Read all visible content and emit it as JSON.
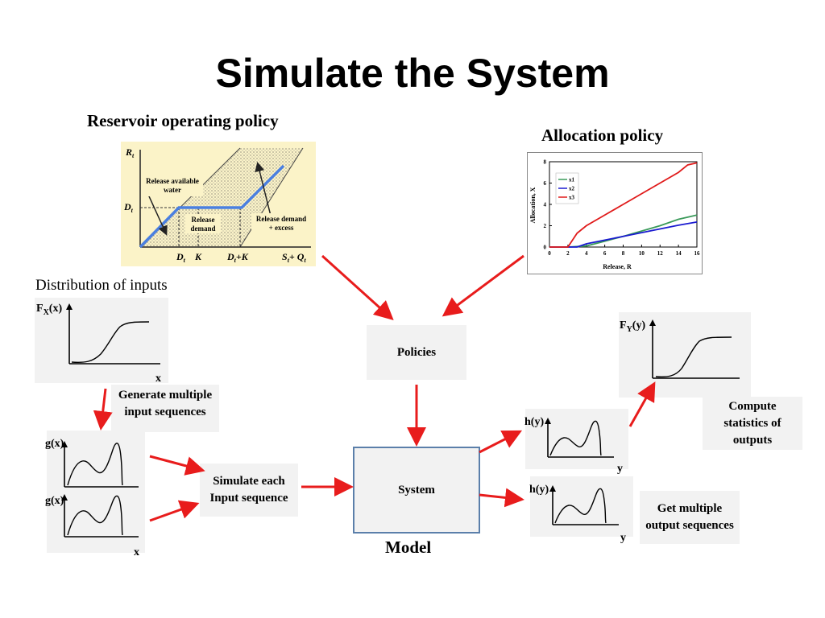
{
  "title": "Simulate the System",
  "headings": {
    "reservoir": "Reservoir operating policy",
    "allocation": "Allocation policy",
    "distribution": "Distribution of inputs"
  },
  "reservoir_plot": {
    "y_axis": "R",
    "y_sub": "t",
    "d_label": "D",
    "d_sub": "t",
    "x_dt": "D",
    "x_dt_sub": "t",
    "x_k": "K",
    "x_dtk": "D",
    "x_dtk_sub": "t",
    "x_dtk_tail": "+K",
    "x_s": "S",
    "x_s_sub": "t",
    "x_s_tail": "+ Q",
    "x_q_sub": "t",
    "ann_release_available_1": "Release available",
    "ann_release_available_2": "water",
    "ann_release_demand_1": "Release",
    "ann_release_demand_2": "demand",
    "ann_demand_excess_1": "Release demand",
    "ann_demand_excess_2": "+ excess",
    "colors": {
      "background": "#fbf3c8",
      "policy_line": "#4a7fe0"
    }
  },
  "chart_data": {
    "type": "line",
    "title": "",
    "xlabel": "Release, R",
    "ylabel": "Allocation, X",
    "xlim": [
      0,
      16
    ],
    "ylim": [
      0,
      8
    ],
    "xticks": [
      0,
      2,
      4,
      6,
      8,
      10,
      12,
      14,
      16
    ],
    "yticks": [
      0,
      2,
      4,
      6,
      8
    ],
    "legend_position": "top-left",
    "series": [
      {
        "name": "x1",
        "color": "#3a9a5a",
        "x": [
          0,
          2,
          4,
          6,
          8,
          10,
          12,
          14,
          16
        ],
        "y": [
          0,
          0,
          0.1,
          0.55,
          1.0,
          1.5,
          2.0,
          2.6,
          3.0
        ]
      },
      {
        "name": "x2",
        "color": "#1a1ad0",
        "x": [
          0,
          2,
          3,
          4,
          6,
          8,
          10,
          12,
          14,
          16
        ],
        "y": [
          0,
          0,
          0,
          0.3,
          0.65,
          1.0,
          1.35,
          1.7,
          2.05,
          2.35
        ]
      },
      {
        "name": "x3",
        "color": "#e01a1a",
        "x": [
          0,
          2,
          3,
          4,
          6,
          8,
          10,
          12,
          14,
          15,
          16
        ],
        "y": [
          0,
          0,
          1.3,
          2.0,
          3.0,
          4.0,
          5.0,
          6.0,
          7.0,
          7.7,
          7.9
        ]
      }
    ]
  },
  "cdf_input": {
    "label_main": "F",
    "label_sub": "X",
    "label_tail": "(x)",
    "x_axis": "x"
  },
  "cdf_output": {
    "label_main": "F",
    "label_sub": "Y",
    "label_tail": "(y)"
  },
  "pdf_in_1": {
    "y_label": "g(x)"
  },
  "pdf_in_2": {
    "y_label": "g(x)",
    "x_axis": "x"
  },
  "pdf_out_1": {
    "y_label": "h(y)",
    "x_axis": "y"
  },
  "pdf_out_2": {
    "y_label": "h(y)",
    "x_axis": "y"
  },
  "boxes": {
    "policies": "Policies",
    "system": "System",
    "generate_1": "Generate multiple",
    "generate_2": "input sequences",
    "simulate_1": "Simulate each",
    "simulate_2": "Input sequence",
    "compute_1": "Compute",
    "compute_2": "statistics of",
    "compute_3": "outputs",
    "get_multiple_1": "Get multiple",
    "get_multiple_2": "output sequences"
  },
  "model_label": "Model",
  "colors": {
    "arrow": "#e81c1c",
    "system_border": "#5b7faa",
    "box_bg": "#f2f2f2"
  }
}
